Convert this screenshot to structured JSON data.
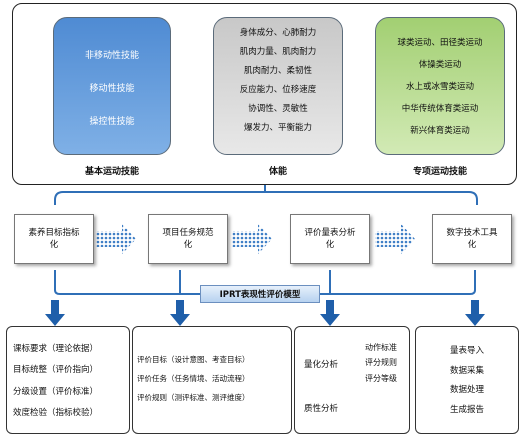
{
  "top": {
    "basic": {
      "title": "基本运动技能",
      "items": [
        "非移动性技能",
        "移动性技能",
        "操控性技能"
      ]
    },
    "fitness": {
      "title": "体能",
      "items": [
        "身体成分、心肺耐力",
        "肌肉力量、肌肉耐力",
        "肌肉耐力、柔韧性",
        "反应能力、位移速度",
        "协调性、灵敏性",
        "爆发力、平衡能力"
      ]
    },
    "special": {
      "title": "专项运动技能",
      "items": [
        "球类运动、田径类运动",
        "体操类运动",
        "水上或冰雪类运动",
        "中华传统体育类运动",
        "新兴体育类运动"
      ]
    }
  },
  "process": [
    {
      "label": "素养目标指标化"
    },
    {
      "label": "项目任务规范化"
    },
    {
      "label": "评价量表分析化"
    },
    {
      "label": "数字技术工具化"
    }
  ],
  "model": {
    "label": "IPRT表现性评价模型"
  },
  "bottom": {
    "box1": [
      "课标要求（理论依据）",
      "目标统整（评价指向）",
      "分级设置（评价标准）",
      "效度检验（指标校验）"
    ],
    "box2": {
      "row1": "评价目标（设计意图、考查目标）",
      "row2": "评价任务（任务情境、活动流程）",
      "row3": "评价规则（测评标准、测评维度）"
    },
    "box3": {
      "quant": "量化分析",
      "qual": "质性分析",
      "items": [
        "动作标准",
        "评分规则",
        "评分等级"
      ]
    },
    "box4": [
      "量表导入",
      "数据采集",
      "数据处理",
      "生成报告"
    ]
  }
}
